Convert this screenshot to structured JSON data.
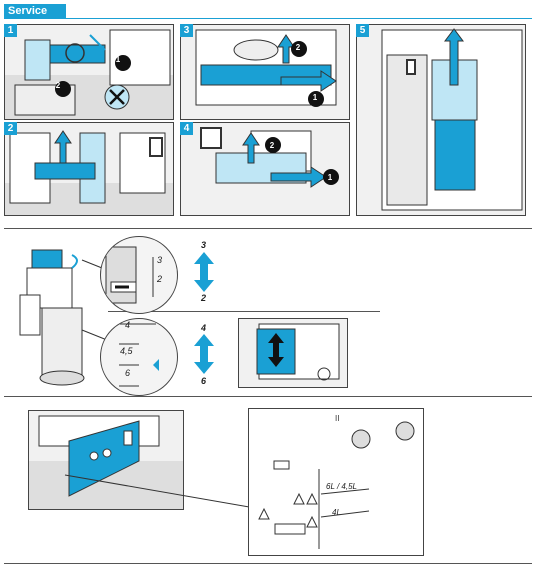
{
  "header": {
    "title": "Service"
  },
  "steps": [
    {
      "number": "1"
    },
    {
      "number": "2"
    },
    {
      "number": "3"
    },
    {
      "number": "4"
    },
    {
      "number": "5"
    }
  ],
  "callouts": [
    "1",
    "2"
  ],
  "flush_volume": {
    "upper_range": {
      "top": "3",
      "bottom": "2"
    },
    "lower_range": {
      "top": "4",
      "bottom": "6"
    },
    "magnifier_upper": {
      "marks": [
        "3",
        "2"
      ]
    },
    "magnifier_lower": {
      "marks": [
        "4",
        "4,5",
        "6"
      ]
    }
  },
  "tank_labels": {
    "upper": "6L / 4,5L",
    "lower": "4L",
    "small": "II"
  },
  "colors": {
    "accent": "#1aa0d4",
    "line": "#333333"
  }
}
